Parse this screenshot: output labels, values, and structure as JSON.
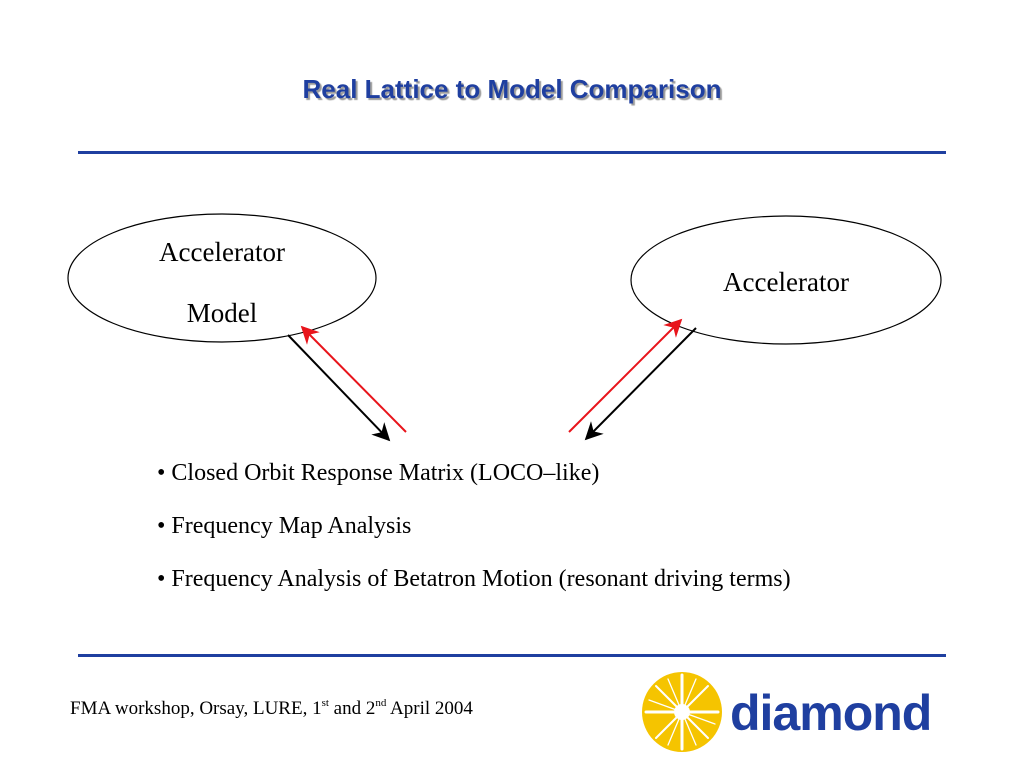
{
  "title": "Real Lattice to Model Comparison",
  "colors": {
    "title": "#1f3fa0",
    "rule": "#1f3fa0",
    "arrow_red": "#e8141b",
    "arrow_black": "#000000",
    "logo_star": "#f5c400",
    "logo_text": "#1f3fa0"
  },
  "nodes": {
    "model": {
      "line1": "Accelerator",
      "line2": "Model"
    },
    "accelerator": {
      "label": "Accelerator"
    }
  },
  "bullets": [
    "• Closed Orbit Response Matrix (LOCO–like)",
    "• Frequency Map Analysis",
    "• Frequency Analysis of Betatron Motion (resonant driving terms)"
  ],
  "footer": {
    "text1": "FMA workshop, Orsay, LURE, 1",
    "sup1": "st",
    "text2": " and 2",
    "sup2": "nd",
    "text3": " April 2004"
  },
  "logo": {
    "text": "diamond",
    "icon": "starburst-icon"
  }
}
